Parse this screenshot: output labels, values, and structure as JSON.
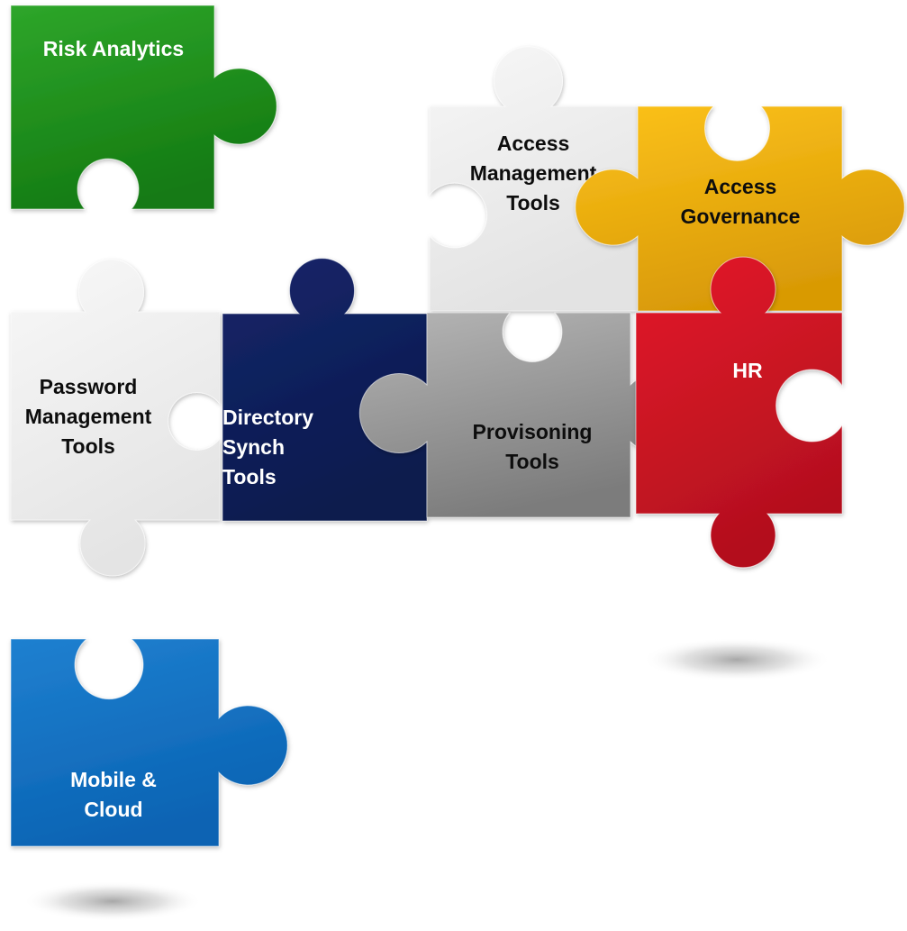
{
  "pieces": [
    {
      "id": "risk-analytics",
      "lines": [
        "Risk Analytics"
      ],
      "text_color": "#ffffff",
      "fill_light": "#2ea62a",
      "fill_dark": "#147a12"
    },
    {
      "id": "access-management-tools",
      "lines": [
        "Access",
        "Management",
        "Tools"
      ],
      "text_color": "#111111",
      "fill_light": "#f7f7f7",
      "fill_dark": "#e3e3e3"
    },
    {
      "id": "access-governance",
      "lines": [
        "Access",
        "Governance"
      ],
      "text_color": "#111111",
      "fill_light": "#fcc21a",
      "fill_dark": "#d99a06"
    },
    {
      "id": "password-management-tools",
      "lines": [
        "Password",
        "Management",
        "Tools"
      ],
      "text_color": "#111111",
      "fill_light": "#f8f8f8",
      "fill_dark": "#e4e4e4"
    },
    {
      "id": "directory-synch-tools",
      "lines": [
        "Directory",
        "Synch",
        "Tools"
      ],
      "text_color": "#ffffff",
      "fill_light": "#15266a",
      "fill_dark": "#0b1a4e"
    },
    {
      "id": "provisoning-tools",
      "lines": [
        "Provisoning",
        "Tools"
      ],
      "text_color": "#111111",
      "fill_light": "#b5b5b5",
      "fill_dark": "#7c7c7c"
    },
    {
      "id": "hr",
      "lines": [
        "HR"
      ],
      "text_color": "#ffffff",
      "fill_light": "#e4182a",
      "fill_dark": "#b3101e"
    },
    {
      "id": "mobile-cloud",
      "lines": [
        "Mobile &",
        "Cloud"
      ],
      "text_color": "#ffffff",
      "fill_light": "#1f80d0",
      "fill_dark": "#0a63b3"
    }
  ]
}
